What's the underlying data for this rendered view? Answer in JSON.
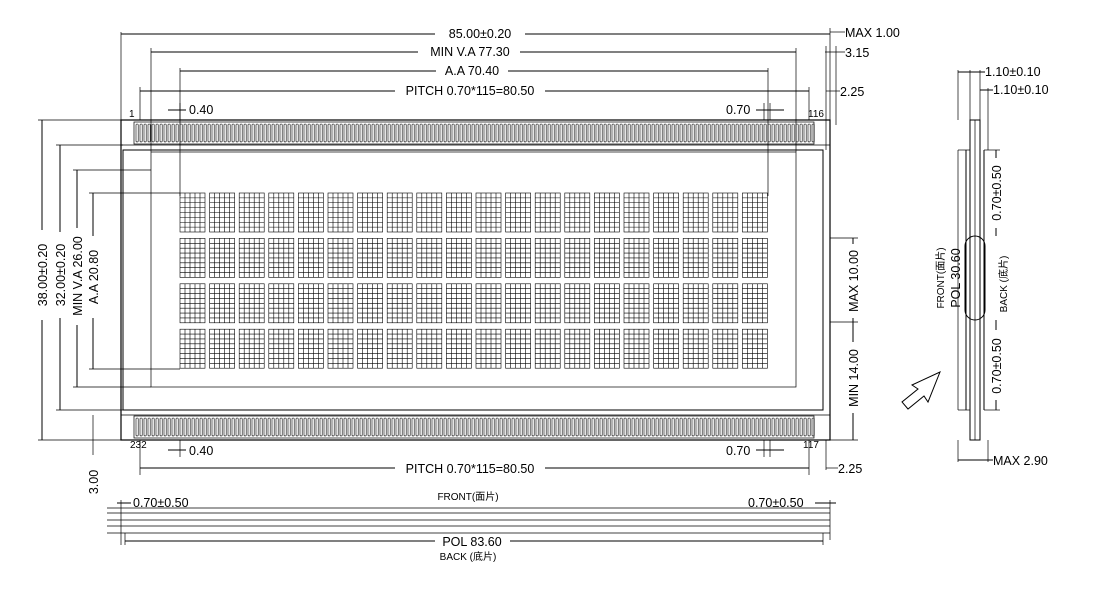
{
  "dims": {
    "overall_width": "85.00±0.20",
    "min_va_width": "MIN V.A 77.30",
    "aa_width": "A.A 70.40",
    "pitch_top": "PITCH 0.70*115=80.50",
    "pitch_bottom": "PITCH 0.70*115=80.50",
    "max_top": "MAX 1.00",
    "dim_3_15": "3.15",
    "dim_2_25_top": "2.25",
    "dim_2_25_bottom": "2.25",
    "offset_040_top": "0.40",
    "offset_040_bottom": "0.40",
    "pitch_070_top": "0.70",
    "pitch_070_bottom": "0.70",
    "overall_height": "38.00±0.20",
    "height_32": "32.00±0.20",
    "min_va_height": "MIN V.A 26.00",
    "aa_height": "A.A 20.80",
    "dim_3_00": "3.00",
    "max_10": "MAX 10.00",
    "min_14": "MIN 14.00",
    "front_offset_left": "0.70±0.50",
    "front_offset_right": "0.70±0.50",
    "pol_width": "POL 83.60",
    "side_110_a": "1.10±0.10",
    "side_110_b": "1.10±0.10",
    "side_070_top": "0.70±0.50",
    "side_070_bottom": "0.70±0.50",
    "side_pol": "POL 30.60",
    "side_max": "MAX 2.90"
  },
  "labels": {
    "front": "FRONT(面片)",
    "back": "BACK (底片)",
    "side_front": "FRONT(面片)",
    "side_back": "BACK (底片)"
  },
  "pins": {
    "top_left": "1",
    "top_right": "116",
    "bottom_left": "232",
    "bottom_right": "117"
  },
  "character_grid": {
    "rows": 4,
    "columns": 20,
    "dot_columns": 5,
    "dot_rows": 8
  }
}
